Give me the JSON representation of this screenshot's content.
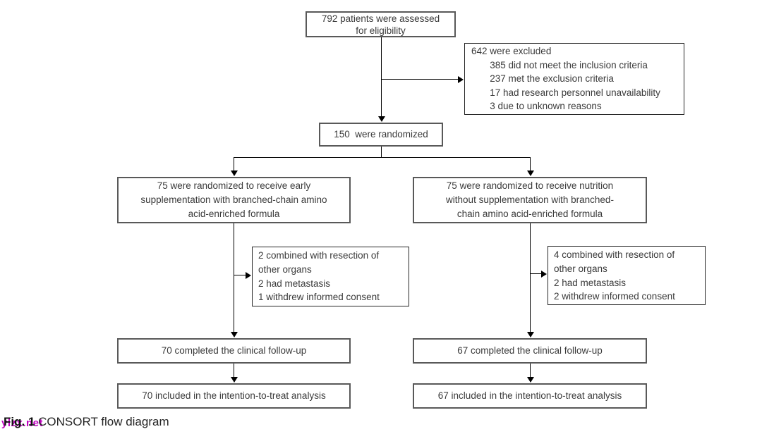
{
  "figure": {
    "caption_label": "Fig. 1",
    "caption_text": " CONSORT flow diagram",
    "watermark": "ylzx.net"
  },
  "colors": {
    "box_border": "#595959",
    "thin_border": "#262626",
    "text": "#3a3a3a",
    "connector": "#000000",
    "watermark": "#c000c0",
    "background": "#ffffff"
  },
  "boxes": {
    "eligibility": "792 patients were assessed\nfor eligibility",
    "excluded": "642 were excluded\n       385 did not meet the inclusion criteria\n       237 met the exclusion criteria\n       17 had research personnel unavailability\n       3 due to unknown reasons",
    "randomized": "150  were randomized",
    "left_arm": "75 were randomized to receive early\nsupplementation with branched-chain amino\nacid-enriched formula",
    "right_arm": "75 were randomized to receive nutrition\nwithout supplementation with branched-\nchain amino acid-enriched formula",
    "left_dropout": "2 combined with resection of\nother organs\n2 had metastasis\n1 withdrew informed consent",
    "right_dropout": "4 combined with resection of\nother organs\n2 had metastasis\n2 withdrew informed consent",
    "left_completed": "70 completed the clinical follow-up",
    "right_completed": "67 completed the clinical follow-up",
    "left_itt": "70 included in the intention-to-treat analysis",
    "right_itt": "67 included in the intention-to-treat analysis"
  }
}
